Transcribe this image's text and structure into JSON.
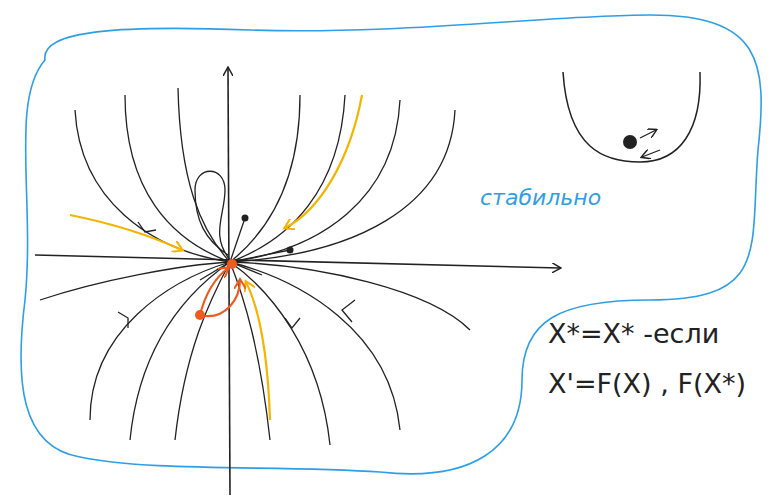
{
  "diagram": {
    "labels": [
      "стабильно",
      "X*=X* -если",
      "X'=F(X) , F(X*)"
    ]
  }
}
